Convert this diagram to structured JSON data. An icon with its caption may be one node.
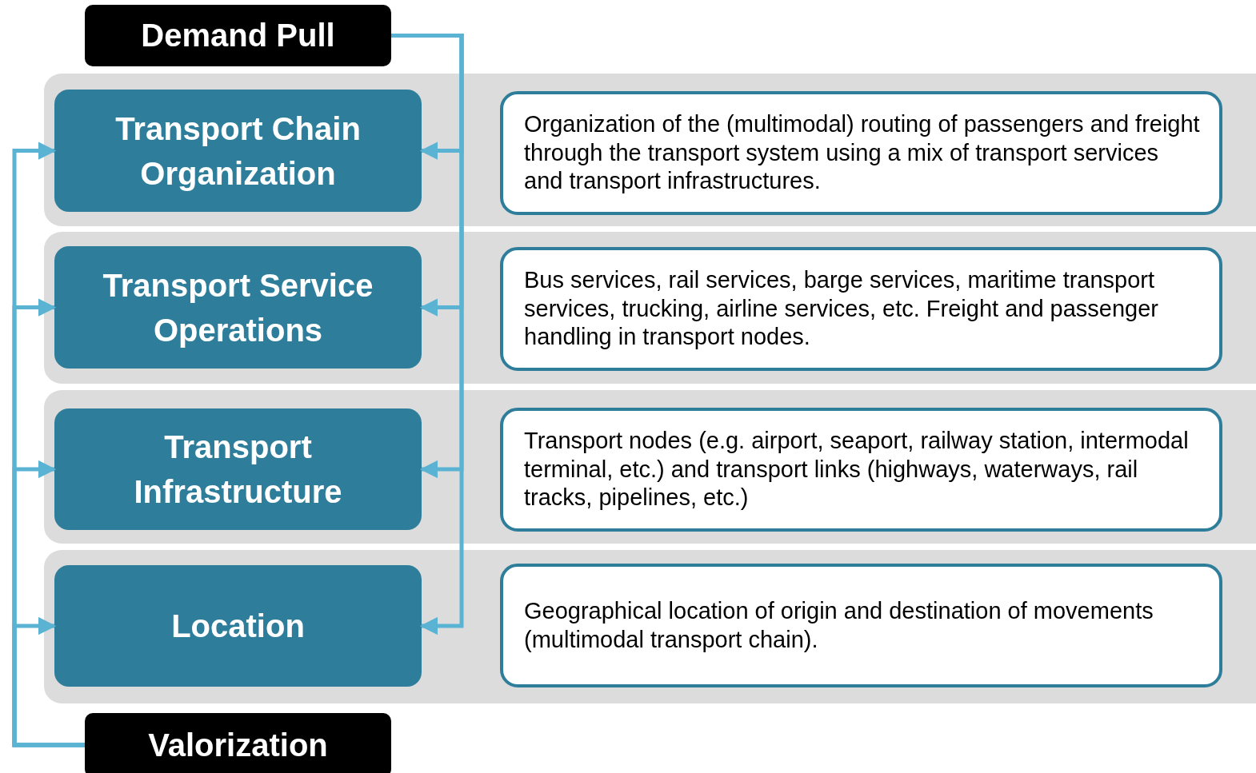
{
  "diagram": {
    "nodes": [
      {
        "text": [
          "Demand Pull"
        ]
      },
      {
        "text": [],
        "shape": "band"
      },
      {
        "text": [
          "Transport Chain Organization"
        ],
        "in": 1
      },
      {
        "text": [
          "Organization of the (multimodal) routing of passengers and freight through the transport system using a mix of transport services and transport infrastructures."
        ],
        "in": 1
      },
      {
        "text": [],
        "shape": "band"
      },
      {
        "text": [
          "Transport Service Operations"
        ],
        "in": 4
      },
      {
        "text": [
          "Bus services, rail services, barge services, maritime transport services, trucking, airline services, etc. Freight and passenger handling in transport nodes."
        ],
        "in": 4
      },
      {
        "text": [],
        "shape": "band"
      },
      {
        "text": [
          "Transport Infrastructure"
        ],
        "in": 7
      },
      {
        "text": [
          "Transport nodes (e.g. airport, seaport, railway station, intermodal terminal, etc.) and transport links (highways, waterways, rail tracks, pipelines, etc.)"
        ],
        "in": 7
      },
      {
        "text": [],
        "shape": "band"
      },
      {
        "text": [
          "Location"
        ],
        "in": 10
      },
      {
        "text": [
          "Geographical location of origin and destination of movements (multimodal transport chain)."
        ],
        "in": 10
      },
      {
        "text": [
          "Valorization"
        ]
      }
    ],
    "edges": [
      {
        "from": 0,
        "to": 2,
        "arrow": "to"
      },
      {
        "from": 0,
        "to": 5,
        "arrow": "to"
      },
      {
        "from": 0,
        "to": 8,
        "arrow": "to"
      },
      {
        "from": 0,
        "to": 11,
        "arrow": "to"
      },
      {
        "from": 13,
        "to": 2,
        "arrow": "to"
      },
      {
        "from": 13,
        "to": 5,
        "arrow": "to"
      },
      {
        "from": 13,
        "to": 8,
        "arrow": "to"
      },
      {
        "from": 13,
        "to": 11,
        "arrow": "to"
      }
    ]
  }
}
